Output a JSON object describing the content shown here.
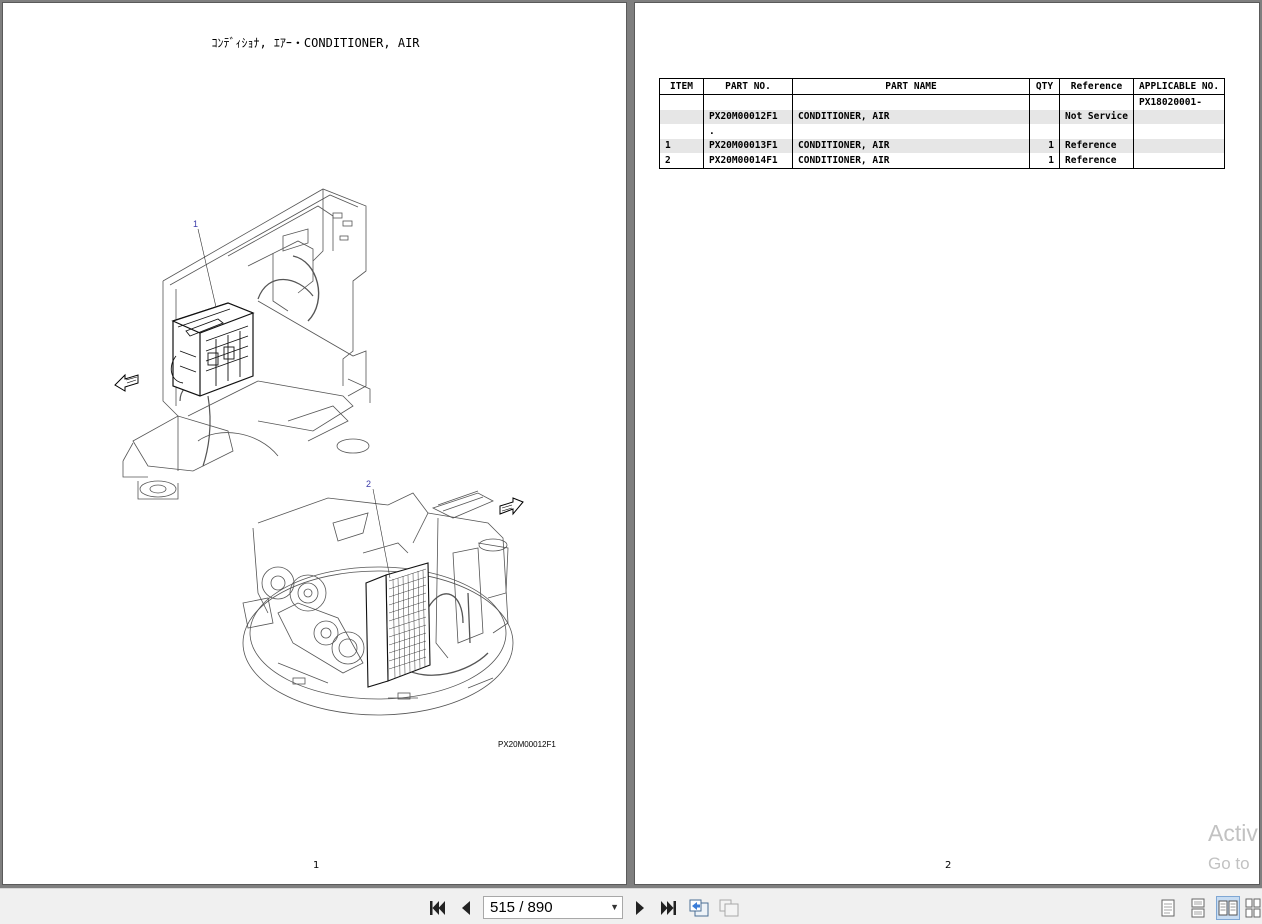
{
  "left_page": {
    "title": "ｺﾝﾃﾞｨｼｮﾅ, ｴｱｰ・CONDITIONER, AIR",
    "callouts": [
      "1",
      "2"
    ],
    "drawing_code": "PX20M00012F1",
    "page_number": "1",
    "fwd_label": "FWD"
  },
  "right_page": {
    "page_number": "2",
    "table": {
      "headers": [
        "ITEM",
        "PART NO.",
        "PART NAME",
        "QTY",
        "Reference",
        "APPLICABLE NO."
      ],
      "rows": [
        {
          "item": "",
          "part_no": "",
          "part_name": "",
          "qty": "",
          "reference": "",
          "applicable": "PX18020001-"
        },
        {
          "item": "",
          "part_no": "PX20M00012F1",
          "part_name": "CONDITIONER, AIR",
          "qty": "",
          "reference": "Not Service",
          "applicable": ""
        },
        {
          "item": "",
          "part_no": ".",
          "part_name": "",
          "qty": "",
          "reference": "",
          "applicable": ""
        },
        {
          "item": "1",
          "part_no": "PX20M00013F1",
          "part_name": "CONDITIONER, AIR",
          "qty": "1",
          "reference": "Reference",
          "applicable": ""
        },
        {
          "item": "2",
          "part_no": "PX20M00014F1",
          "part_name": "CONDITIONER, AIR",
          "qty": "1",
          "reference": "Reference",
          "applicable": ""
        }
      ]
    }
  },
  "watermark": {
    "line1": "Activ",
    "line2": "Go to"
  },
  "toolbar": {
    "page_indicator": "515 / 890",
    "buttons": [
      "first-page-icon",
      "previous-page-icon",
      "next-page-icon",
      "last-page-icon",
      "previous-view-icon",
      "next-view-icon"
    ],
    "view_modes": [
      "single-page-icon",
      "continuous-icon",
      "two-page-icon",
      "two-page-continuous-icon"
    ],
    "active_view_mode": "two-page-icon"
  }
}
